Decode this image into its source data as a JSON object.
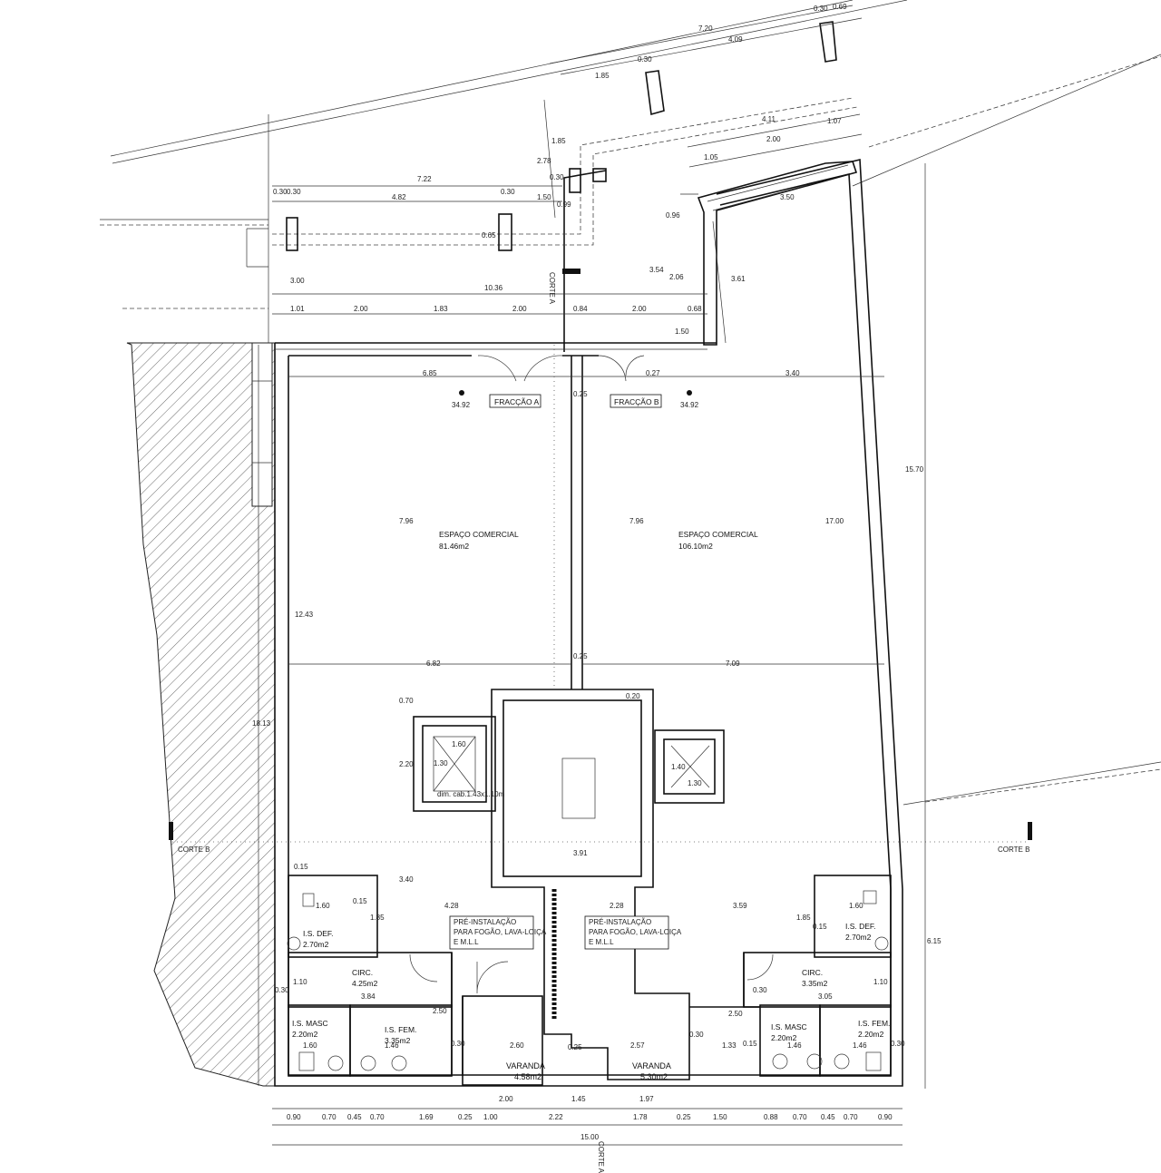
{
  "spaces": {
    "fraction_a_tag": "FRACÇÃO A",
    "fraction_b_tag": "FRACÇÃO B",
    "level_a": "34.92",
    "level_b": "34.92",
    "commercial_a_name": "ESPAÇO COMERCIAL",
    "commercial_a_area": "81.46m2",
    "commercial_b_name": "ESPAÇO COMERCIAL",
    "commercial_b_area": "106.10m2",
    "is_def_a_name": "I.S. DEF.",
    "is_def_a_area": "2.70m2",
    "is_def_b_name": "I.S. DEF.",
    "is_def_b_area": "2.70m2",
    "circ_a_name": "CIRC.",
    "circ_a_area": "4.25m2",
    "circ_b_name": "CIRC.",
    "circ_b_area": "3.35m2",
    "is_masc_a_name": "I.S. MASC",
    "is_masc_a_area": "2.20m2",
    "is_fem_a_name": "I.S. FEM.",
    "is_fem_a_area": "3.35m2",
    "is_masc_b_name": "I.S. MASC",
    "is_masc_b_area": "2.20m2",
    "is_fem_b_name": "I.S. FEM.",
    "is_fem_b_area": "2.20m2",
    "varanda_a_name": "VARANDA",
    "varanda_a_area": "4.58m2",
    "varanda_b_name": "VARANDA",
    "varanda_b_area": "5.30m2",
    "pre_a_line1": "PRÉ-INSTALAÇÃO",
    "pre_a_line2": "PARA FOGÃO, LAVA-LOIÇA",
    "pre_a_line3": "E M.L.L",
    "pre_b_line1": "PRÉ-INSTALAÇÃO",
    "pre_b_line2": "PARA FOGÃO, LAVA-LOIÇA",
    "pre_b_line3": "E M.L.L",
    "lift_cabin_note": "dim. cab.1.43x1.10m"
  },
  "sections": {
    "corte_a_top": "CORTE A",
    "corte_a_bottom": "CORTE A",
    "corte_b_left": "CORTE B",
    "corte_b_right": "CORTE B"
  },
  "dimensions": {
    "top_720": "7.20",
    "top_030a": "0.30",
    "top_069": "0.69",
    "top_409": "4.09",
    "top_030b": "0.30",
    "top_185": "1.85",
    "top_278": "2.78",
    "top_185v": "1.85",
    "top_030c": "0.30",
    "top_411": "4.11",
    "top_107": "1.07",
    "top_105": "1.05",
    "top_200": "2.00",
    "top_350": "3.50",
    "top_722": "7.22",
    "top_030d": "0.30",
    "top_030e": "0.30",
    "top_482": "4.82",
    "top_030f": "0.30",
    "top_150": "1.50",
    "top_099": "0.99",
    "top_065": "0.65",
    "top_300": "3.00",
    "top_354": "3.54",
    "top_206": "2.06",
    "top_361": "3.61",
    "top_096": "0.96",
    "top_1036": "10.36",
    "row_101": "1.01",
    "row_200a": "2.00",
    "row_183": "1.83",
    "row_200b": "2.00",
    "row_084": "0.84",
    "row_200c": "2.00",
    "row_068": "0.68",
    "v_150": "1.50",
    "in_685": "6.85",
    "in_027": "0.27",
    "in_340": "3.40",
    "in_025a": "0.25",
    "in_025b": "0.25",
    "v_796a": "7.96",
    "v_796b": "7.96",
    "v_1700": "17.00",
    "v_1243": "12.43",
    "v_1570": "15.70",
    "h_682": "6.82",
    "h_709": "7.09",
    "v_070": "0.70",
    "v_020": "0.20",
    "v_220": "2.20",
    "lift_160": "1.60",
    "lift_130": "1.30",
    "lift_140": "1.40",
    "lift_130b": "1.30",
    "stairs_391": "3.91",
    "v_1813": "18.13",
    "v_340": "3.40",
    "v_015a": "0.15",
    "h_160a": "1.60",
    "h_015": "0.15",
    "h_428": "4.28",
    "h_228": "2.28",
    "h_359": "3.59",
    "h_160b": "1.60",
    "v_015b": "0.15",
    "v_185a": "1.85",
    "v_185b": "1.85",
    "v_110a": "1.10",
    "v_110b": "1.10",
    "h_384": "3.84",
    "h_305": "3.05",
    "v_030a": "0.30",
    "v_030b": "0.30",
    "v_250a": "2.50",
    "v_250b": "2.50",
    "h_160c": "1.60",
    "h_146a": "1.46",
    "h_146b": "1.46",
    "h_146c": "1.46",
    "h_260": "2.60",
    "h_257": "2.57",
    "h_030c": "0.30",
    "h_025c": "0.25",
    "h_030d": "0.30",
    "h_133": "1.33",
    "h_015b": "0.15",
    "h_030e": "0.30",
    "v_615": "6.15",
    "bot_200": "2.00",
    "bot_145": "1.45",
    "bot_197": "1.97",
    "b_090a": "0.90",
    "b_070a": "0.70",
    "b_045a": "0.45",
    "b_070b": "0.70",
    "b_169": "1.69",
    "b_025a": "0.25",
    "b_100": "1.00",
    "b_222": "2.22",
    "b_178": "1.78",
    "b_025b": "0.25",
    "b_150": "1.50",
    "b_088": "0.88",
    "b_070c": "0.70",
    "b_045b": "0.45",
    "b_070d": "0.70",
    "b_090b": "0.90",
    "total_1500": "15.00"
  }
}
